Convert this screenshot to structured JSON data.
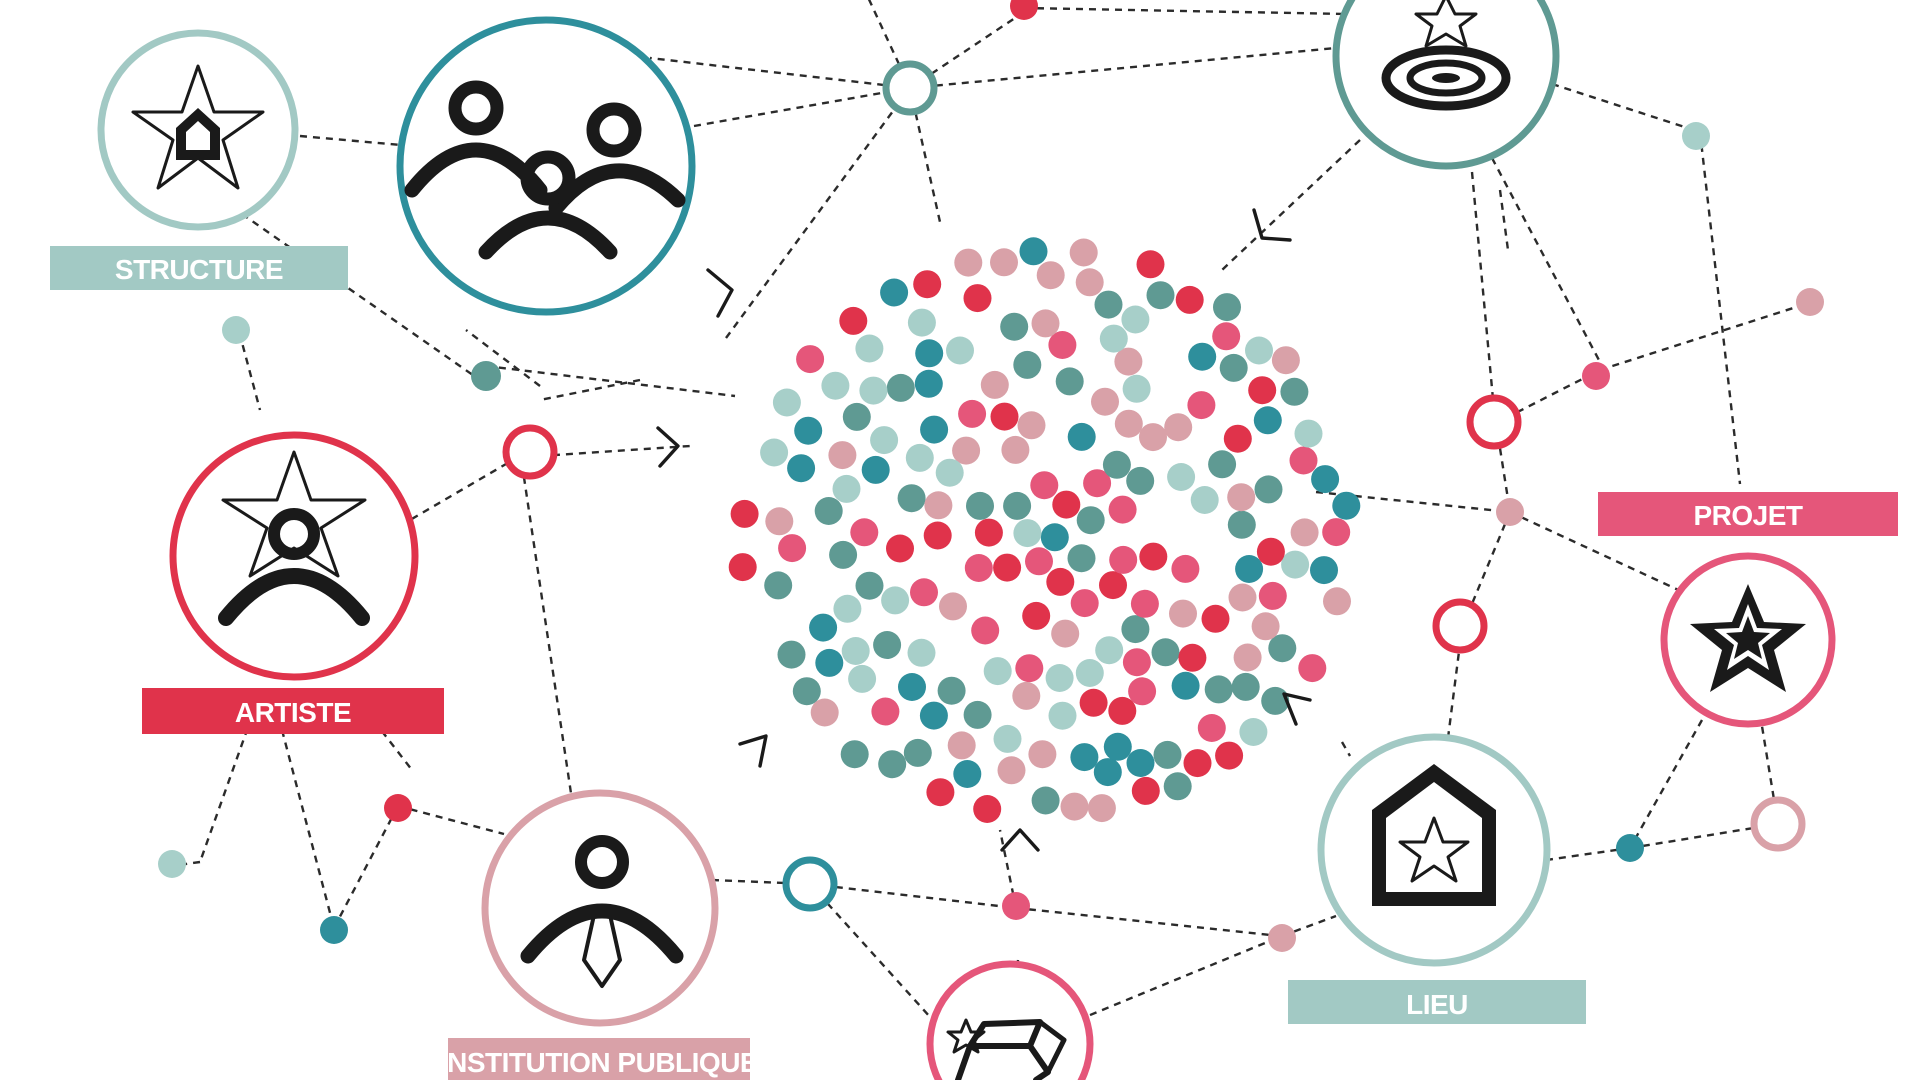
{
  "colors": {
    "teal": "#2e8f9c",
    "sage": "#5f9a93",
    "mint": "#a7cfc9",
    "red": "#e0334b",
    "pink": "#e5567a",
    "rose": "#d9a1a8",
    "label_structure": "#a2c9c4",
    "label_artiste": "#e0334b",
    "label_projet": "#e5567a",
    "label_lieu": "#a2c9c4",
    "label_institution": "#d9a1a8"
  },
  "labels": {
    "structure": "STRUCTURE",
    "artiste": "ARTISTE",
    "institution": "INSTITUTION PUBLIQUE",
    "projet": "PROJET",
    "lieu": "LIEU"
  },
  "nodes": [
    {
      "id": "structure",
      "icon": "star-house-icon",
      "color": "#a2c9c4"
    },
    {
      "id": "public",
      "icon": "group-of-people-icon",
      "color": "#2e8f9c"
    },
    {
      "id": "artiste",
      "icon": "artist-star-person-icon",
      "color": "#e0334b"
    },
    {
      "id": "institution",
      "icon": "official-person-tie-icon",
      "color": "#d9a1a8"
    },
    {
      "id": "target",
      "icon": "target-star-icon",
      "color": "#5f9a93"
    },
    {
      "id": "projet",
      "icon": "star-icon",
      "color": "#e5567a"
    },
    {
      "id": "lieu",
      "icon": "house-star-icon",
      "color": "#a2c9c4"
    },
    {
      "id": "box",
      "icon": "open-box-star-icon",
      "color": "#e5567a"
    }
  ],
  "cluster_palette": [
    "#e0334b",
    "#e5567a",
    "#d9a1a8",
    "#2e8f9c",
    "#5f9a93",
    "#a7cfc9"
  ]
}
